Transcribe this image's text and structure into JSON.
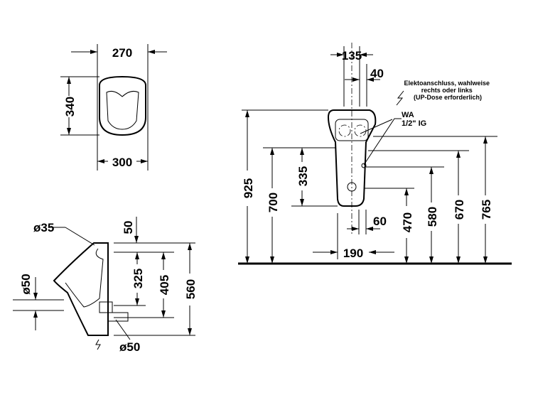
{
  "top_view": {
    "width_top": "270",
    "depth": "340",
    "width_bottom": "300"
  },
  "side_view": {
    "inlet_dia": "ø35",
    "top_offset": "50",
    "outlet_height_325": "325",
    "outlet_height_405": "405",
    "total_height": "560",
    "left_dia": "ø50",
    "outlet_dia": "ø50"
  },
  "front_view": {
    "width_135": "135",
    "offset_40": "40",
    "electrical_note": [
      "Elektoanschluss, wahlweise",
      "rechts oder links",
      "(UP-Dose erforderlich)"
    ],
    "water_note": [
      "WA",
      "1/2\" IG"
    ],
    "h_925": "925",
    "h_700": "700",
    "h_335": "335",
    "h_470": "470",
    "h_580": "580",
    "h_670": "670",
    "h_765": "765",
    "w_60": "60",
    "w_190": "190"
  }
}
